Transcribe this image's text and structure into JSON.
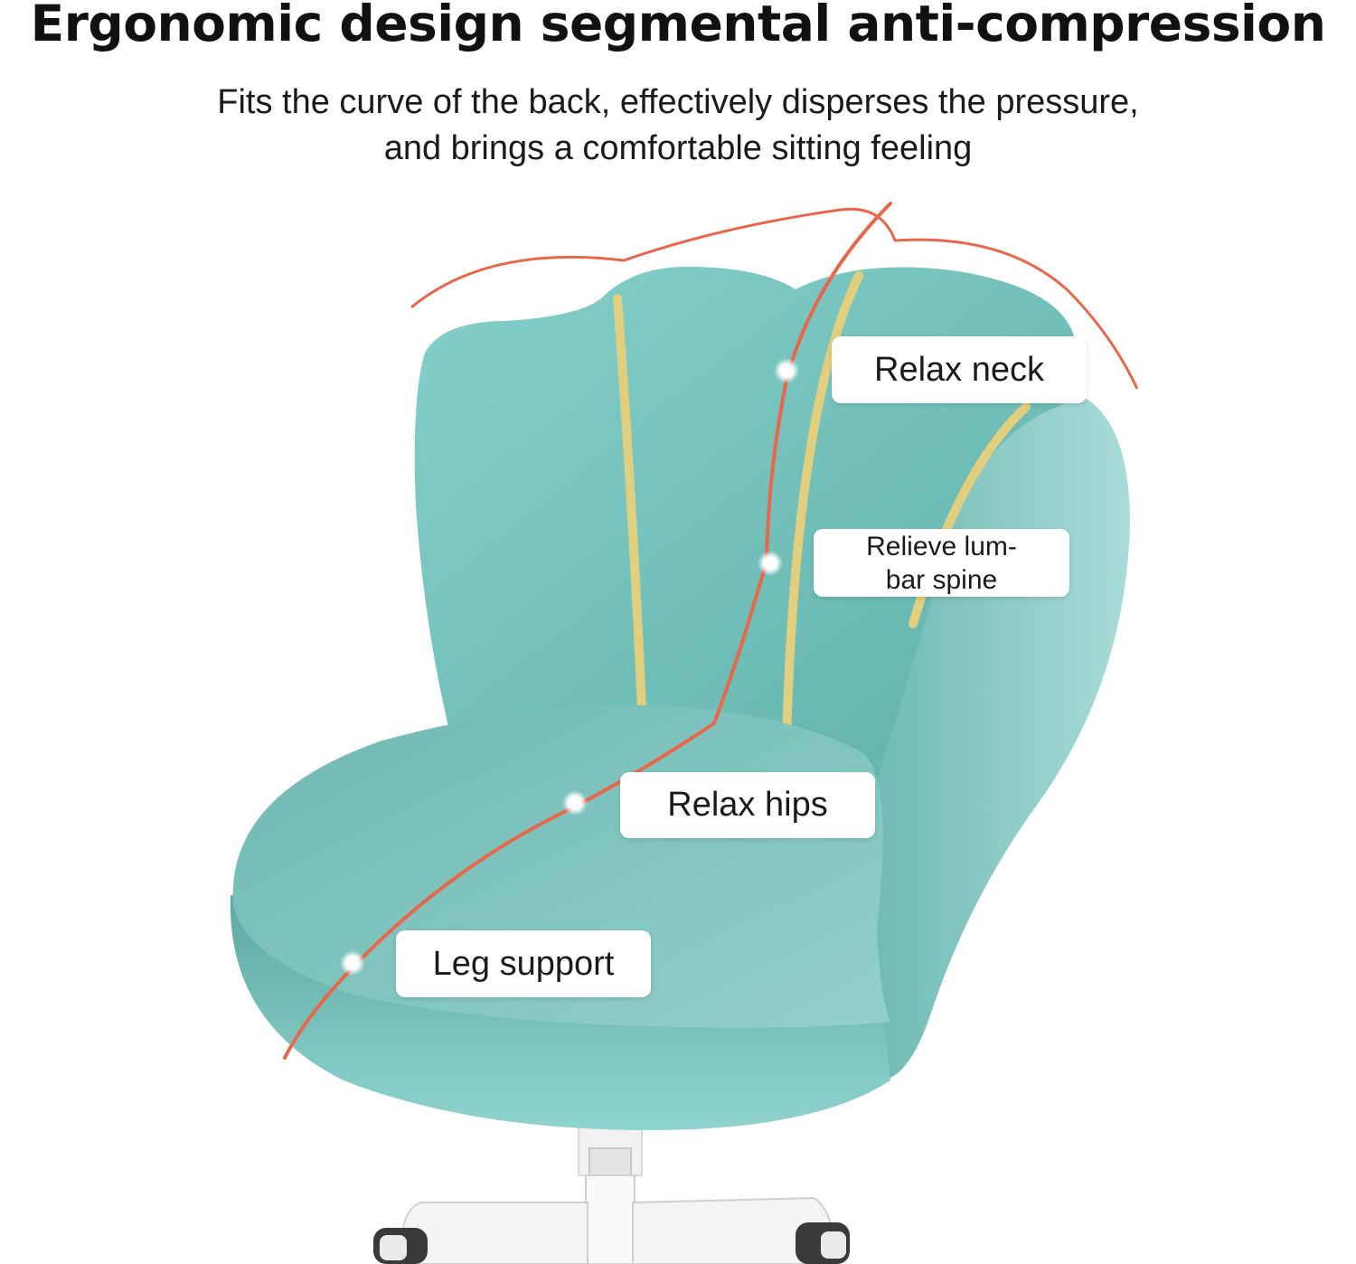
{
  "header": {
    "title": "Ergonomic design segmental anti-compression",
    "subtitle_line1": "Fits the curve of the back, effectively disperses the pressure,",
    "subtitle_line2": "and brings a comfortable sitting feeling"
  },
  "callouts": {
    "neck": "Relax neck",
    "lumbar_line1": "Relieve lum-",
    "lumbar_line2": "bar spine",
    "hips": "Relax hips",
    "leg": "Leg support"
  },
  "illustration": {
    "subject": "chair-illustration",
    "colors": {
      "upholstery": "#79c4bf",
      "upholstery_dark": "#5aa9a3",
      "piping": "#e2cf7e",
      "curve_line": "#e8664a",
      "base": "#f2f2f2"
    }
  }
}
